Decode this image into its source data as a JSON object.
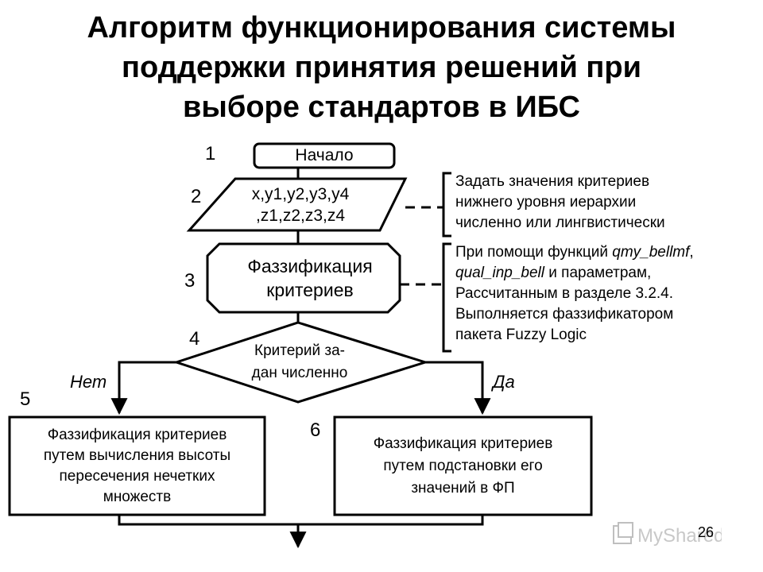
{
  "title": {
    "line1": "Алгоритм функционирования системы",
    "line2": "поддержки принятия решений при",
    "line3": "выборе стандартов в ИБС"
  },
  "steps": {
    "s1": {
      "number": "1",
      "text": "Начало"
    },
    "s2": {
      "number": "2",
      "line1": "x,y1,y2,y3,y4",
      "line2": ",z1,z2,z3,z4"
    },
    "s3": {
      "number": "3",
      "line1": "Фаззификация",
      "line2": "критериев"
    },
    "s4": {
      "number": "4",
      "line1": "Критерий за-",
      "line2": "дан численно"
    },
    "s5": {
      "number": "5",
      "line1": "Фаззификация критериев",
      "line2": "путем вычисления высоты",
      "line3": "пересечения нечетких",
      "line4": "множеств"
    },
    "s6": {
      "number": "6",
      "line1": "Фаззификация критериев",
      "line2": "путем подстановки его",
      "line3": "значений в ФП"
    }
  },
  "branches": {
    "no": "Нет",
    "yes": "Да"
  },
  "notes": {
    "n1": [
      "Задать значения критериев",
      "нижнего уровня иерархии",
      "численно или лингвистически"
    ],
    "n2": {
      "l1_a": "При помощи функций ",
      "l1_b": "qmy_bellmf",
      "l1_c": ",",
      "l2_a": "qual_inp_bell",
      "l2_b": " и параметрам,",
      "l3": "Рассчитанным в разделе 3.2.4.",
      "l4": "Выполняется фаззификатором",
      "l5": "пакета Fuzzy Logic"
    }
  },
  "footer": {
    "page_number": "26",
    "logo_text": "MyShared"
  }
}
